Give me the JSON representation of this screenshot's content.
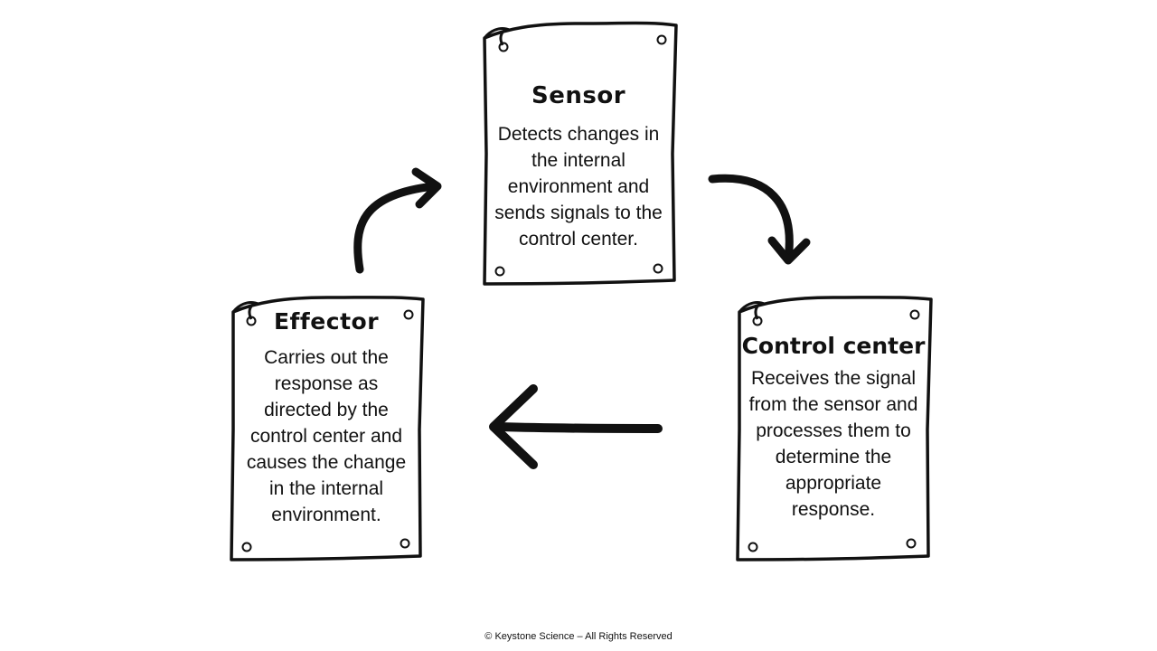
{
  "sensor": {
    "title": "Sensor",
    "text": "Detects changes in the internal environment and sends signals to the control center."
  },
  "control_center": {
    "title": "Control center",
    "text": "Receives the signal from the sensor and processes them to determine the appropriate response."
  },
  "effector": {
    "title": "Effector",
    "text": "Carries out the response as directed by the control center and causes the change in the internal environment."
  },
  "footer": "© Keystone Science – All Rights Reserved",
  "colors": {
    "ink": "#111111",
    "paper": "#ffffff"
  }
}
